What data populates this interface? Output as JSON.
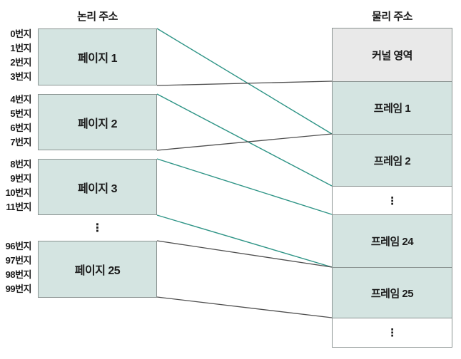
{
  "titles": {
    "logical": "논리 주소",
    "physical": "물리 주소"
  },
  "logical": {
    "pages": [
      {
        "label": "페이지 1",
        "addresses": [
          "0번지",
          "1번지",
          "2번지",
          "3번지"
        ]
      },
      {
        "label": "페이지 2",
        "addresses": [
          "4번지",
          "5번지",
          "6번지",
          "7번지"
        ]
      },
      {
        "label": "페이지 3",
        "addresses": [
          "8번지",
          "9번지",
          "10번지",
          "11번지"
        ]
      },
      {
        "label": "페이지 25",
        "addresses": [
          "96번지",
          "97번지",
          "98번지",
          "99번지"
        ]
      }
    ],
    "ellipsis": "⋮"
  },
  "physical": {
    "blocks": [
      {
        "label": "커널 영역",
        "type": "kernel"
      },
      {
        "label": "프레임 1",
        "type": "frame"
      },
      {
        "label": "프레임 2",
        "type": "frame"
      },
      {
        "label": "⋮",
        "type": "ellipsis"
      },
      {
        "label": "프레임 24",
        "type": "frame"
      },
      {
        "label": "프레임 25",
        "type": "frame"
      },
      {
        "label": "⋮",
        "type": "ellipsis"
      }
    ]
  },
  "mappings": [
    {
      "page": "페이지 1",
      "frame": "프레임 1"
    },
    {
      "page": "페이지 2",
      "frame": "프레임 2"
    },
    {
      "page": "페이지 3",
      "frame": "프레임 24"
    },
    {
      "page": "페이지 25",
      "frame": "프레임 25"
    }
  ],
  "colors": {
    "background": "#ffffff",
    "page_fill": "#d4e4e1",
    "kernel_fill": "#e9e9e9",
    "box_border": "#8a9391",
    "line_teal": "#2e9486",
    "line_gray": "#4f4f4f",
    "text": "#1b1b1b"
  }
}
